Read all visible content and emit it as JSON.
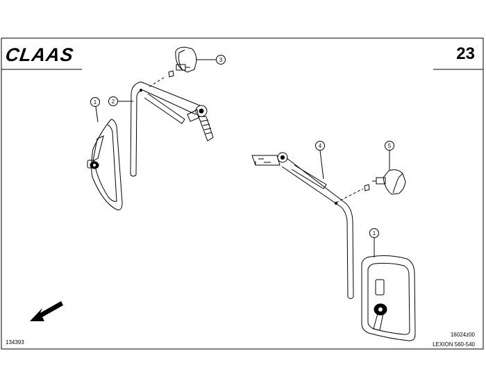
{
  "header": {
    "brand": "CLAAS",
    "page_number": "23"
  },
  "callouts": [
    {
      "id": "callout-1-left",
      "label": "1"
    },
    {
      "id": "callout-2",
      "label": "2"
    },
    {
      "id": "callout-3",
      "label": "3"
    },
    {
      "id": "callout-4",
      "label": "4"
    },
    {
      "id": "callout-5",
      "label": "5"
    },
    {
      "id": "callout-1-right",
      "label": "1"
    }
  ],
  "footer": {
    "document_id": "134393",
    "figure_id": "16024z00",
    "model": "LEXION 560-540"
  },
  "colors": {
    "line": "#000000",
    "background": "#ffffff"
  }
}
